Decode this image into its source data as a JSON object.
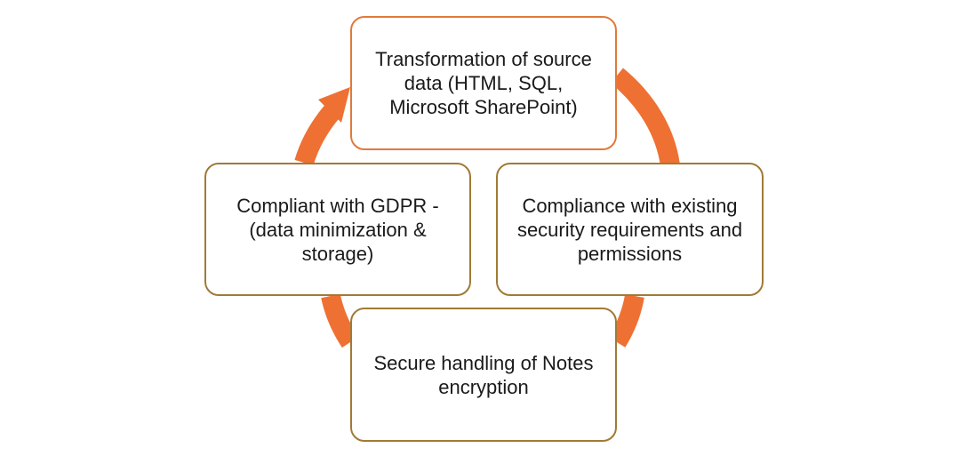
{
  "colors": {
    "cycle_arrow": "#ee7133",
    "box_border_top": "#e07a3a",
    "box_border": "#a07a36",
    "text": "#1a1a1a"
  },
  "nodes": {
    "top": {
      "label": "Transformation of source data (HTML, SQL, Microsoft SharePoint)"
    },
    "right": {
      "label": "Compliance with existing security requirements and permissions"
    },
    "bottom": {
      "label": "Secure handling of Notes encryption"
    },
    "left": {
      "label": "Compliant with GDPR - (data minimization & storage)"
    }
  }
}
